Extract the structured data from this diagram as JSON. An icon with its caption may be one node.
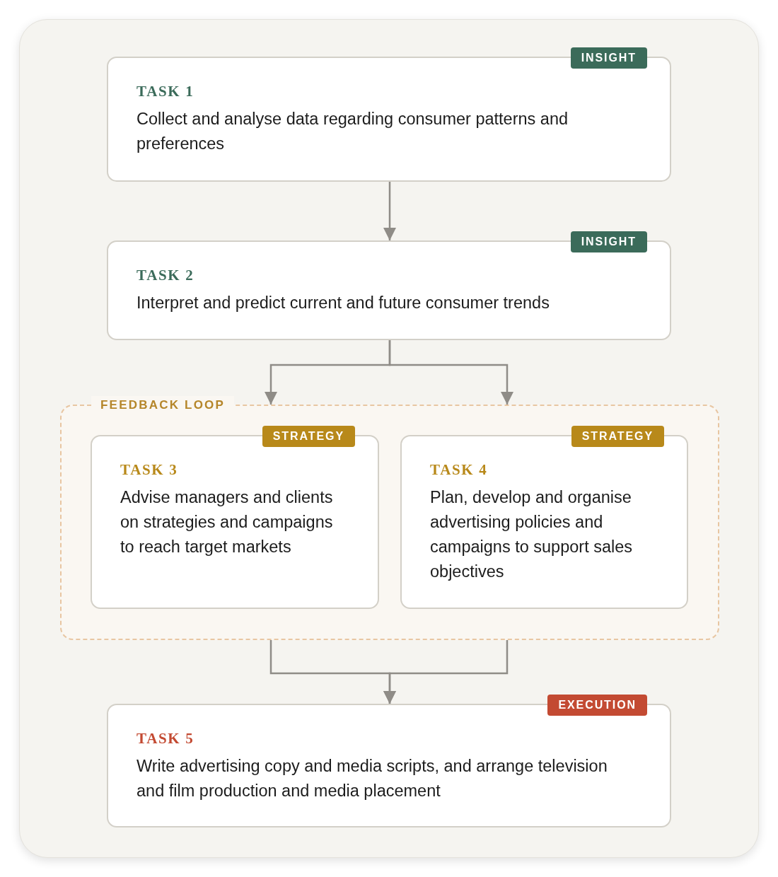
{
  "diagram": {
    "nodes": [
      {
        "text": [
          "INSIGHT",
          "TASK 1",
          "Collect and analyse data regarding consumer patterns and preferences"
        ]
      },
      {
        "text": [
          "INSIGHT",
          "TASK 2",
          "Interpret and predict current and future consumer trends"
        ]
      },
      {
        "text": [
          "FEEDBACK LOOP"
        ]
      },
      {
        "text": [
          "STRATEGY",
          "TASK 3",
          "Advise managers and clients on strategies and campaigns to reach target markets"
        ],
        "in": 2
      },
      {
        "text": [
          "STRATEGY",
          "TASK 4",
          "Plan, develop and organise advertising policies and campaigns to support sales objectives"
        ],
        "in": 2
      },
      {
        "text": [
          "EXECUTION",
          "TASK 5",
          "Write advertising copy and media scripts, and arrange television and film production and media placement"
        ]
      }
    ],
    "edges": [
      {
        "from": 0,
        "to": 1,
        "arrow": "to"
      },
      {
        "from": 1,
        "to": 2,
        "arrow": "to"
      },
      {
        "from": 1,
        "to": 2,
        "arrow": "to"
      },
      {
        "from": 2,
        "to": 5,
        "arrow": "to"
      },
      {
        "from": 2,
        "to": 5,
        "arrow": "to"
      }
    ]
  }
}
